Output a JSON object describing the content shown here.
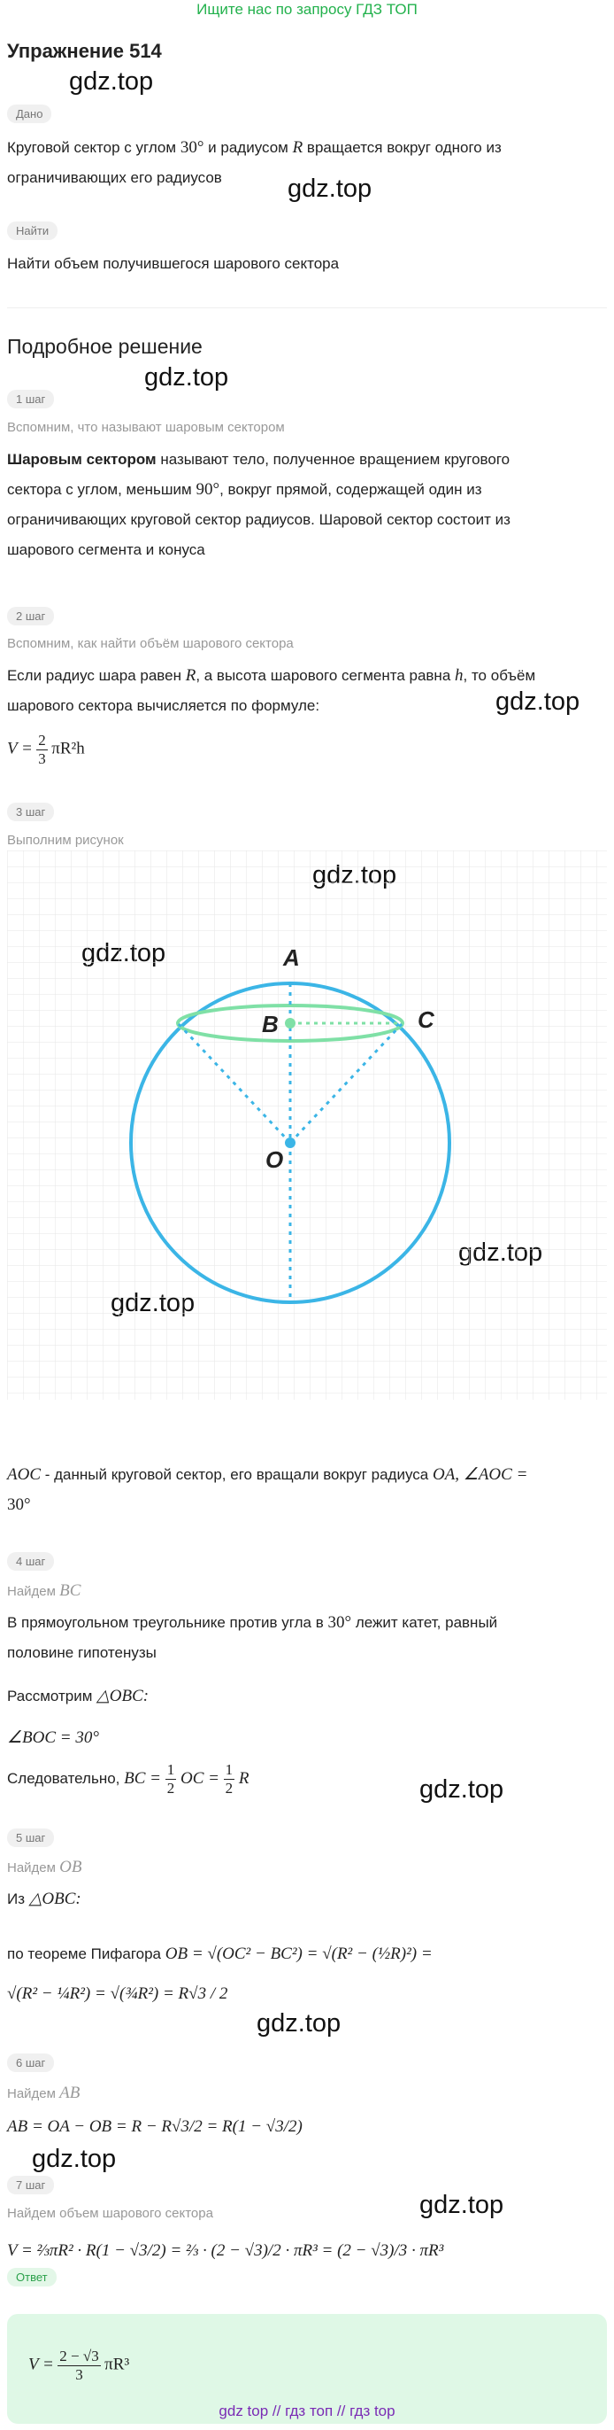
{
  "top_link": "Ищите нас по запросу ГДЗ ТОП",
  "title": "Упражнение 514",
  "watermark": "gdz.top",
  "given_label": "Дано",
  "given_text_1a": "Круговой сектор с углом",
  "given_angle": "30°",
  "given_text_1b": "и радиусом",
  "given_R": "R",
  "given_text_1c": "вращается вокруг одного из",
  "given_text_2": "ограничивающих его радиусов",
  "find_label": "Найти",
  "find_text": "Найти объем получившегося шарового сектора",
  "solution_title": "Подробное решение",
  "steps": {
    "s1": {
      "label": "1 шаг",
      "hint": "Вспомним, что называют шаровым сектором",
      "bold": "Шаровым сектором",
      "l1": "называют тело, полученное вращением кругового",
      "l2a": "сектора с углом, меньшим",
      "angle": "90°",
      "l2b": ", вокруг прямой, содержащей один из",
      "l3": "ограничивающих круговой сектор радиусов. Шаровой сектор состоит из",
      "l4": "шарового сегмента и конуса"
    },
    "s2": {
      "label": "2 шаг",
      "hint": "Вспомним, как найти объём шарового сектора",
      "l1a": "Если радиус шара равен",
      "R": "R",
      "l1b": ", а высота шарового сегмента равна",
      "h": "h",
      "l1c": ", то объём",
      "l2": "шарового сектора вычисляется по формуле:",
      "f_left": "V =",
      "f_num": "2",
      "f_den": "3",
      "f_right": "πR²h"
    },
    "s3": {
      "label": "3 шаг",
      "hint": "Выполним рисунок",
      "pA": "A",
      "pB": "B",
      "pC": "C",
      "pO": "O",
      "after_a": "AOC",
      "after_b": "- данный круговой сектор, его вращали вокруг радиуса",
      "after_c": "OA, ∠AOC =",
      "after_d": "30°"
    },
    "s4": {
      "label": "4 шаг",
      "hint": "Найдем",
      "hint_var": "BC",
      "l1a": "В прямоугольном треугольнике против угла в",
      "angle": "30°",
      "l1b": "лежит катет, равный",
      "l2": "половине гипотенузы",
      "l3a": "Рассмотрим",
      "tri": "△OBC:",
      "l4": "∠BOC = 30°",
      "l5a": "Следовательно,",
      "l5b": "BC =",
      "half1": "1",
      "half2": "2",
      "l5c": "OC =",
      "l5d": "R"
    },
    "s5": {
      "label": "5 шаг",
      "hint": "Найдем",
      "hint_var": "OB",
      "l1a": "Из",
      "tri": "△OBC:",
      "l2a": "по теореме Пифагора",
      "l2b": "OB = √(OC² − BC²) = √(R² − (½R)²) =",
      "l3": "√(R² − ¼R²) = √(¾R²) = R√3 / 2"
    },
    "s6": {
      "label": "6 шаг",
      "hint": "Найдем",
      "hint_var": "AB",
      "l1": "AB = OA − OB = R − R√3/2 = R(1 − √3/2)"
    },
    "s7": {
      "label": "7 шаг",
      "hint": "Найдем объем шарового сектора",
      "l1": "V = ⅔πR² · R(1 − √3/2) = ⅔ · (2 − √3)/2 · πR³ = (2 − √3)/3 · πR³"
    }
  },
  "answer_label": "Ответ",
  "answer_left": "V =",
  "answer_num": "2 − √3",
  "answer_den": "3",
  "answer_right": "πR³",
  "bottom_links": "gdz top  //  гдз топ  //  гдз top",
  "colors": {
    "green": "#22b14c",
    "circle": "#3bb5e6",
    "ellipse": "#7fe0a6",
    "answer_bg": "#dff8e6",
    "bottom_link": "#7a2bb5"
  }
}
